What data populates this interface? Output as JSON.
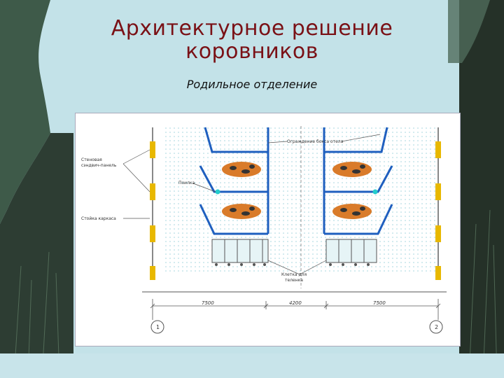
{
  "slide": {
    "title_line1": "Архитектурное решение",
    "title_line2": "коровников",
    "subtitle": "Родильное отделение"
  },
  "diagram": {
    "labels": {
      "sandwich_panel_line1": "Стеновая",
      "sandwich_panel_line2": "сэндвич-панель",
      "trough": "Поилка",
      "frame_post": "Стойка каркаса",
      "stall_fence": "Ограждение бокса отела",
      "calf_cage_line1": "Клетка для",
      "calf_cage_line2": "теленка"
    },
    "dimensions": [
      "7500",
      "4200",
      "7500"
    ],
    "axes": [
      "1",
      "2"
    ]
  },
  "colors": {
    "title": "#7a1116",
    "stall_frame": "#1f5fbf",
    "post": "#e8b800",
    "trough": "#22cccc",
    "background": "#bfe0e6"
  }
}
